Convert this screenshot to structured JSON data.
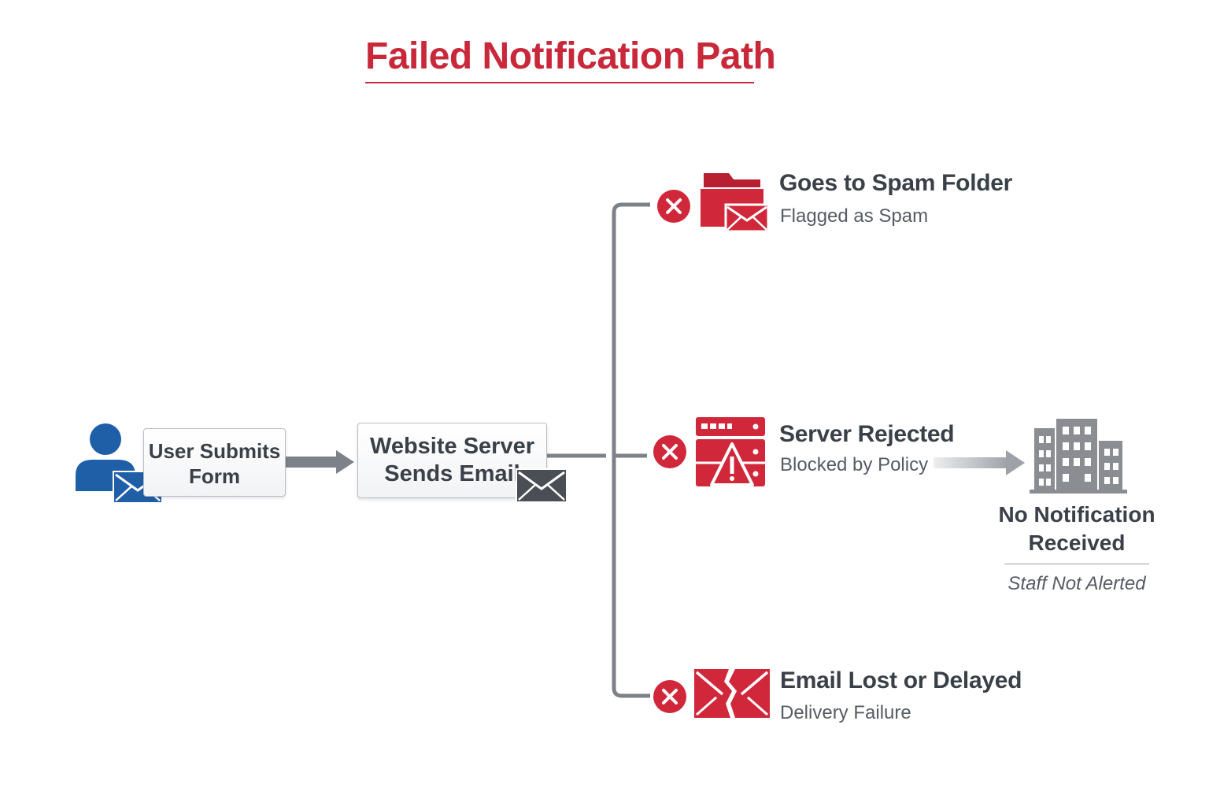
{
  "title": "Failed Notification Path",
  "flow": {
    "step1": {
      "line1": "User Submits",
      "line2": "Form"
    },
    "step2": {
      "line1": "Website Server",
      "line2": "Sends Email"
    }
  },
  "failures": [
    {
      "title": "Goes to Spam Folder",
      "subtitle": "Flagged as Spam",
      "icon": "spam-folder-icon"
    },
    {
      "title": "Server Rejected",
      "subtitle": "Blocked by Policy",
      "icon": "server-warning-icon"
    },
    {
      "title": "Email Lost or Delayed",
      "subtitle": "Delivery Failure",
      "icon": "broken-envelope-icon"
    }
  ],
  "result": {
    "line1": "No Notification",
    "line2": "Received",
    "subtitle": "Staff Not Alerted",
    "icon": "office-building-icon"
  },
  "colors": {
    "title_red": "#c8283a",
    "fail_red": "#d0283a",
    "user_blue": "#1f5fa8",
    "connector_gray": "#7d8289",
    "building_gray": "#8a8d92",
    "text_dark": "#3a4048"
  }
}
